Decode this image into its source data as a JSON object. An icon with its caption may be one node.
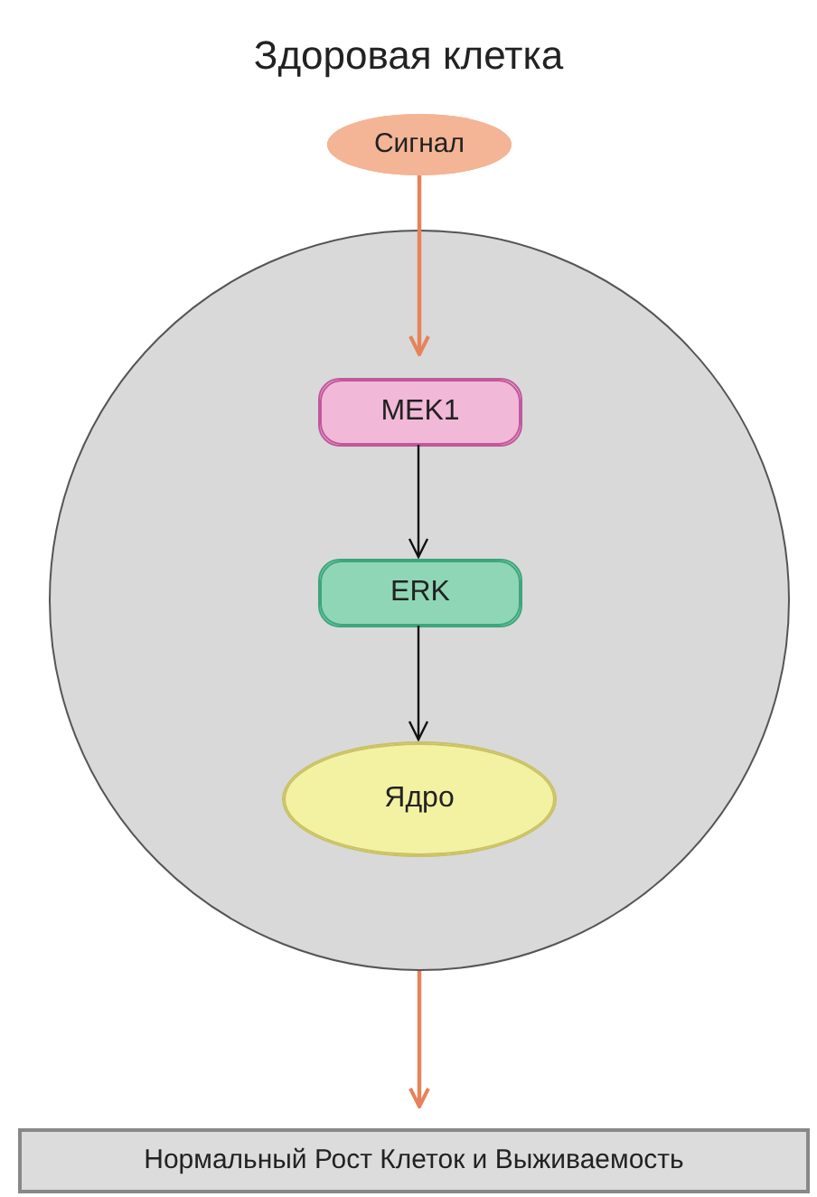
{
  "diagram": {
    "title": "Здоровая клетка",
    "nodes": [
      {
        "text": [
          "Сигнал"
        ]
      },
      {
        "text": [],
        "shape": "circle"
      },
      {
        "text": [
          "MEK1"
        ],
        "in": 1
      },
      {
        "text": [
          "ERK"
        ],
        "in": 1
      },
      {
        "text": [
          "Ядро"
        ],
        "in": 1
      },
      {
        "text": [
          "Нормальный Рост Клеток и Выживаемость"
        ]
      }
    ],
    "edges": [
      {
        "from": 0,
        "to": 2,
        "arrow": "to",
        "color": "#e8825a"
      },
      {
        "from": 2,
        "to": 3,
        "arrow": "to",
        "color": "#111111"
      },
      {
        "from": 3,
        "to": 4,
        "arrow": "to",
        "color": "#111111"
      },
      {
        "from": 1,
        "to": 5,
        "arrow": "to",
        "color": "#e8825a"
      }
    ]
  }
}
